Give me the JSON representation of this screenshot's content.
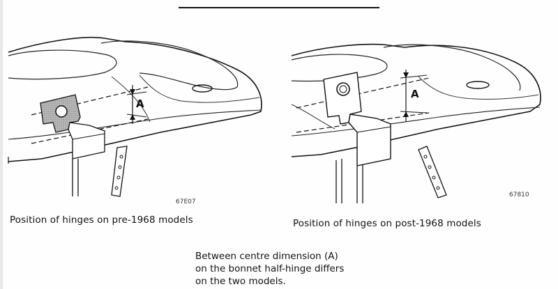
{
  "figures": [
    {
      "figure_number": "67E07",
      "dimension_label": "A",
      "caption": "Position of hinges on pre-1968 models"
    },
    {
      "figure_number": "67810",
      "dimension_label": "A",
      "caption": "Position of hinges on post-1968 models"
    }
  ],
  "note": {
    "lines": [
      "Between centre dimension (A)",
      "on the bonnet half-hinge differs",
      "on the two models."
    ]
  }
}
